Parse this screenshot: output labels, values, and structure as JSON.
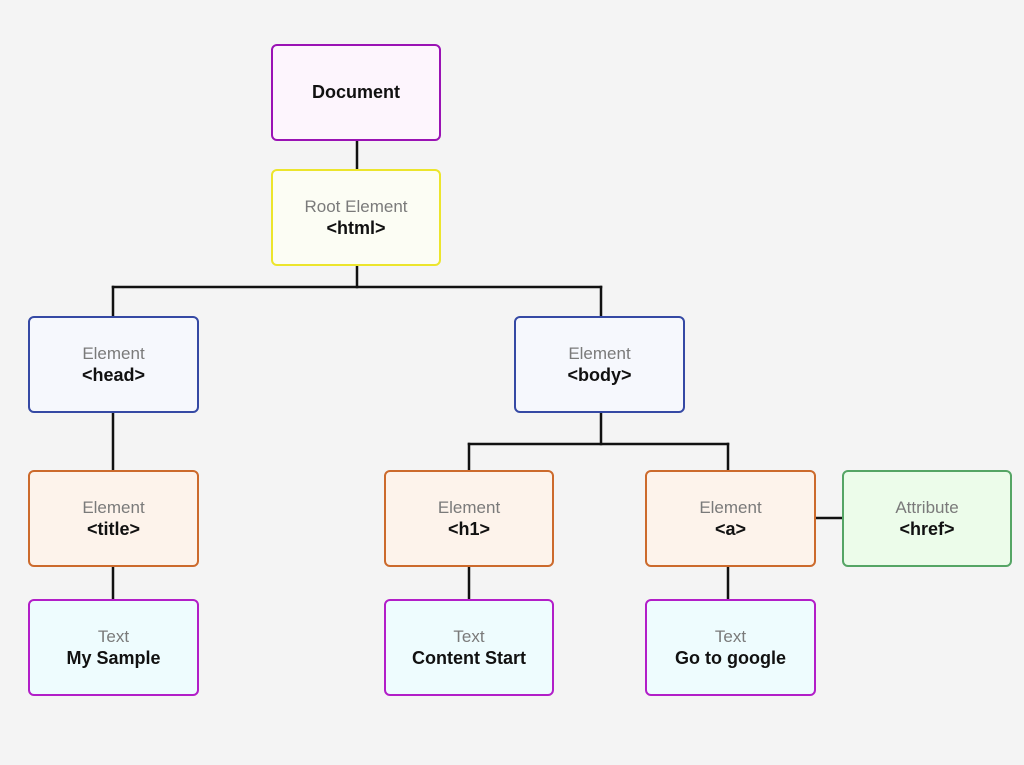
{
  "diagram": {
    "document": {
      "kind": "",
      "value": "Document"
    },
    "root": {
      "kind": "Root Element",
      "value": "<html>"
    },
    "head": {
      "kind": "Element",
      "value": "<head>"
    },
    "body": {
      "kind": "Element",
      "value": "<body>"
    },
    "title": {
      "kind": "Element",
      "value": "<title>"
    },
    "h1": {
      "kind": "Element",
      "value": "<h1>"
    },
    "a": {
      "kind": "Element",
      "value": "<a>"
    },
    "href": {
      "kind": "Attribute",
      "value": "<href>"
    },
    "text_title": {
      "kind": "Text",
      "value": "My Sample"
    },
    "text_h1": {
      "kind": "Text",
      "value": "Content Start"
    },
    "text_a": {
      "kind": "Text",
      "value": "Go to google"
    }
  },
  "colors": {
    "document_border": "#9a12b4",
    "root_border": "#ece52c",
    "element_border": "#3549a4",
    "element_leaf_border": "#cc6a2c",
    "text_border": "#b21ec8",
    "attribute_border": "#55a565",
    "connector": "#111111",
    "background": "#f4f4f4"
  }
}
